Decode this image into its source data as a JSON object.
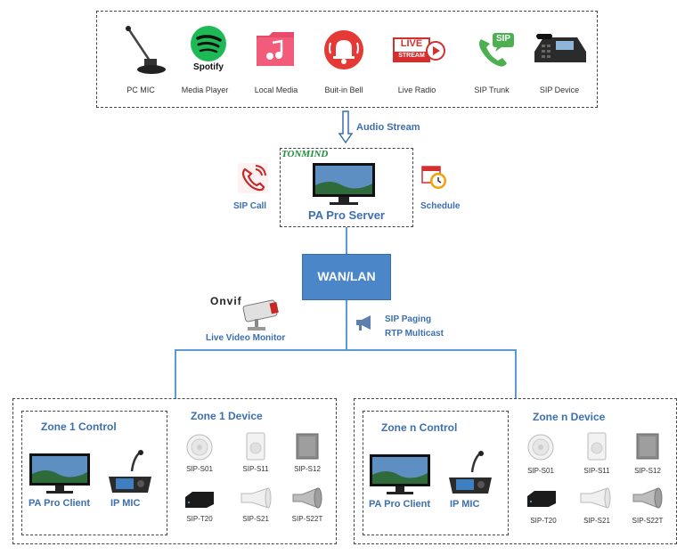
{
  "sources": {
    "items": [
      {
        "label": "PC MIC",
        "icon": "desk-microphone-icon"
      },
      {
        "label": "Media Player",
        "icon": "spotify-icon",
        "logo_text": "Spotify"
      },
      {
        "label": "Local Media",
        "icon": "music-folder-icon"
      },
      {
        "label": "Buit-in Bell",
        "icon": "alarm-bell-icon"
      },
      {
        "label": "Live Radio",
        "icon": "live-stream-icon",
        "logo_text_top": "LIVE",
        "logo_text_bottom": "STREAM"
      },
      {
        "label": "SIP Trunk",
        "icon": "sip-phone-icon",
        "logo_text": "SIP"
      },
      {
        "label": "SIP Device",
        "icon": "desk-phone-icon"
      }
    ]
  },
  "audio_stream_label": "Audio Stream",
  "server": {
    "brand": "TONMIND",
    "label": "PA Pro Server",
    "sip_call_label": "SIP Call",
    "schedule_label": "Schedule"
  },
  "network": {
    "label": "WAN/LAN",
    "onvif_logo": "Onvif",
    "video_label": "Live Video Monitor",
    "paging_line1": "SIP Paging",
    "paging_line2": "RTP Multicast"
  },
  "zones": [
    {
      "control_title": "Zone 1 Control",
      "device_title": "Zone 1 Device",
      "client_label": "PA Pro Client",
      "mic_label": "IP MIC",
      "devices": [
        "SIP-S01",
        "SIP-S11",
        "SIP-S12",
        "SIP-T20",
        "SIP-S21",
        "SIP-S22T"
      ]
    },
    {
      "control_title": "Zone n Control",
      "device_title": "Zone n Device",
      "client_label": "PA Pro Client",
      "mic_label": "IP MIC",
      "devices": [
        "SIP-S01",
        "SIP-S11",
        "SIP-S12",
        "SIP-T20",
        "SIP-S21",
        "SIP-S22T"
      ]
    }
  ],
  "colors": {
    "accent_blue": "#3c6fb0",
    "network_box": "#4a86c8",
    "line_blue": "#5b9bd5",
    "spotify_green": "#1db954",
    "red": "#e53935"
  }
}
